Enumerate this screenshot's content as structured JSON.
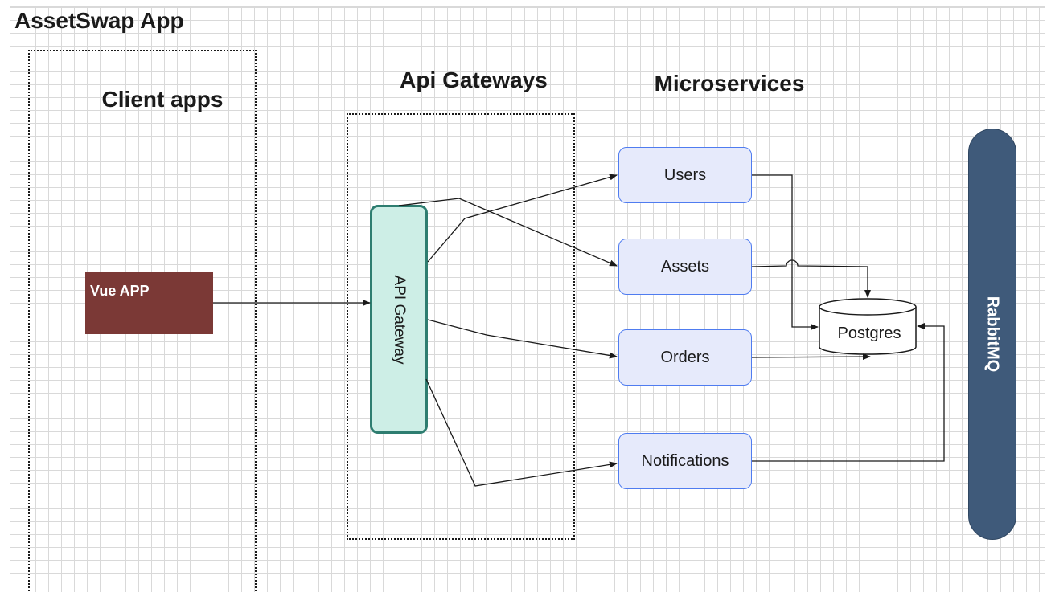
{
  "diagram": {
    "title": "AssetSwap App",
    "sections": {
      "client_apps": "Client apps",
      "api_gateways": "Api Gateways",
      "microservices": "Microservices"
    },
    "nodes": {
      "vue_app": "Vue APP",
      "api_gateway": "API Gateway",
      "users": "Users",
      "assets": "Assets",
      "orders": "Orders",
      "notifications": "Notifications",
      "postgres": "Postgres",
      "rabbitmq": "RabbitMQ"
    },
    "edges": [
      {
        "from": "Vue APP",
        "to": "API Gateway"
      },
      {
        "from": "API Gateway",
        "to": "Users"
      },
      {
        "from": "API Gateway",
        "to": "Assets"
      },
      {
        "from": "API Gateway",
        "to": "Orders"
      },
      {
        "from": "API Gateway",
        "to": "Notifications"
      },
      {
        "from": "Users",
        "to": "Postgres"
      },
      {
        "from": "Assets",
        "to": "Postgres"
      },
      {
        "from": "Orders",
        "to": "Postgres"
      },
      {
        "from": "Notifications",
        "to": "Postgres"
      }
    ],
    "colors": {
      "vue_app_fill": "#7b3936",
      "api_gateway_fill": "#cdeee6",
      "api_gateway_border": "#2e7d70",
      "service_fill": "#e6eafb",
      "service_border": "#4f7cf0",
      "rabbitmq_fill": "#3f5a7a"
    }
  }
}
